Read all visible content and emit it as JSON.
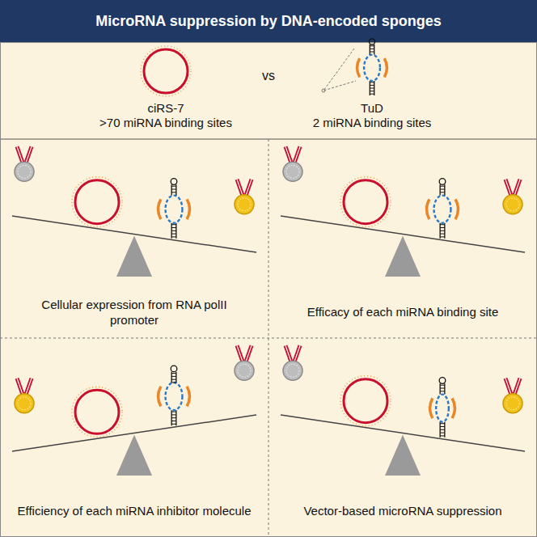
{
  "diagram": {
    "title": "MicroRNA suppression by DNA-encoded sponges",
    "nodes": [
      {
        "text": [
          "ciRS-7",
          ">70 miRNA binding sites",
          "vs",
          "TuD",
          "2 miRNA binding sites"
        ]
      },
      {
        "text": [
          "Cellular expression from RNA polII promoter"
        ]
      },
      {
        "text": [
          "Efficacy of each miRNA binding site"
        ]
      },
      {
        "text": [
          "Efficiency of each miRNA inhibitor molecule"
        ]
      },
      {
        "text": [
          "Vector-based microRNA suppression"
        ]
      }
    ]
  }
}
